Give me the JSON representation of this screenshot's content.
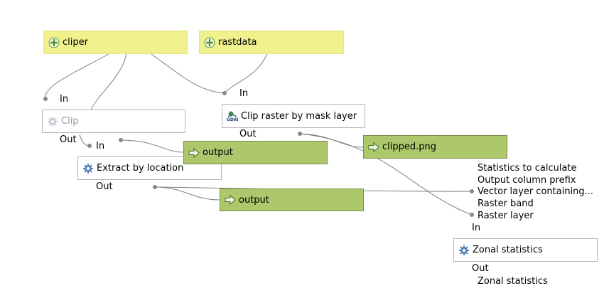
{
  "inputs": {
    "cliper": "cliper",
    "rastdata": "rastdata"
  },
  "algorithms": {
    "clip": {
      "label": "Clip",
      "port_in": "In",
      "port_out": "Out"
    },
    "clip_raster": {
      "label": "Clip raster by mask layer",
      "port_in": "In",
      "port_out": "Out"
    },
    "extract": {
      "label": "Extract by location",
      "port_in": "In",
      "port_out": "Out"
    },
    "zonal": {
      "label": "Zonal statistics",
      "inputs": [
        "Statistics to calculate",
        "Output column prefix",
        "Vector layer containing...",
        "Raster band",
        "Raster layer"
      ],
      "port_in": "In",
      "port_out": "Out",
      "output_name": "Zonal statistics"
    }
  },
  "outputs": {
    "output_a": "output",
    "clipped": "clipped.png",
    "output_b": "output"
  },
  "icons": {
    "input": "plus-icon",
    "algorithm": "gear-icon",
    "gdal": "gdal-icon",
    "output": "arrow-right-icon"
  },
  "colors": {
    "input_fill": "#f0f08c",
    "output_fill": "#acc76c",
    "algorithm_fill": "#ffffff",
    "wire": "#7f7f7f"
  }
}
